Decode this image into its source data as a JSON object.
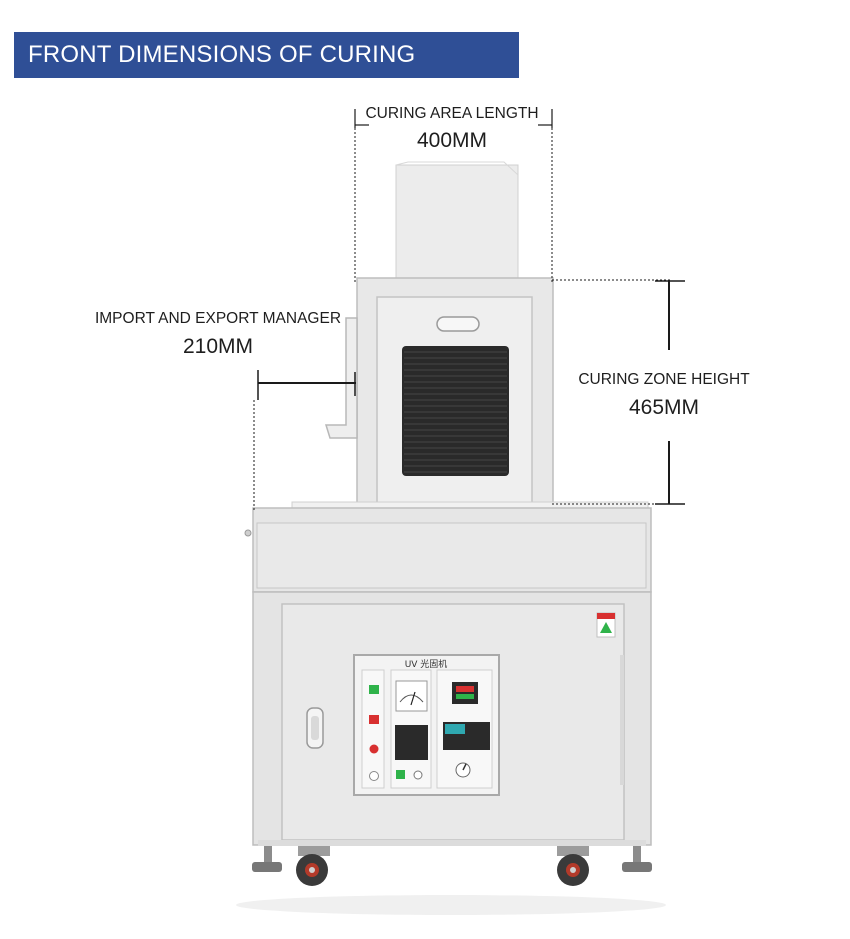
{
  "header": {
    "title": "FRONT DIMENSIONS OF CURING MACHINE"
  },
  "dimensions": {
    "curing_area_length": {
      "label": "CURING AREA LENGTH",
      "value": "400MM"
    },
    "import_export": {
      "label": "IMPORT AND EXPORT MANAGER",
      "value": "210MM"
    },
    "curing_zone_height": {
      "label": "CURING ZONE HEIGHT",
      "value": "465MM"
    }
  },
  "panel": {
    "title": "UV 光固机"
  },
  "colors": {
    "banner": "#2f4f96",
    "machine_body": "#e9e9e9",
    "machine_edge": "#bdbdbd",
    "window": "#2a2a2a",
    "green_button": "#2fb34a",
    "red_button": "#d83030"
  }
}
